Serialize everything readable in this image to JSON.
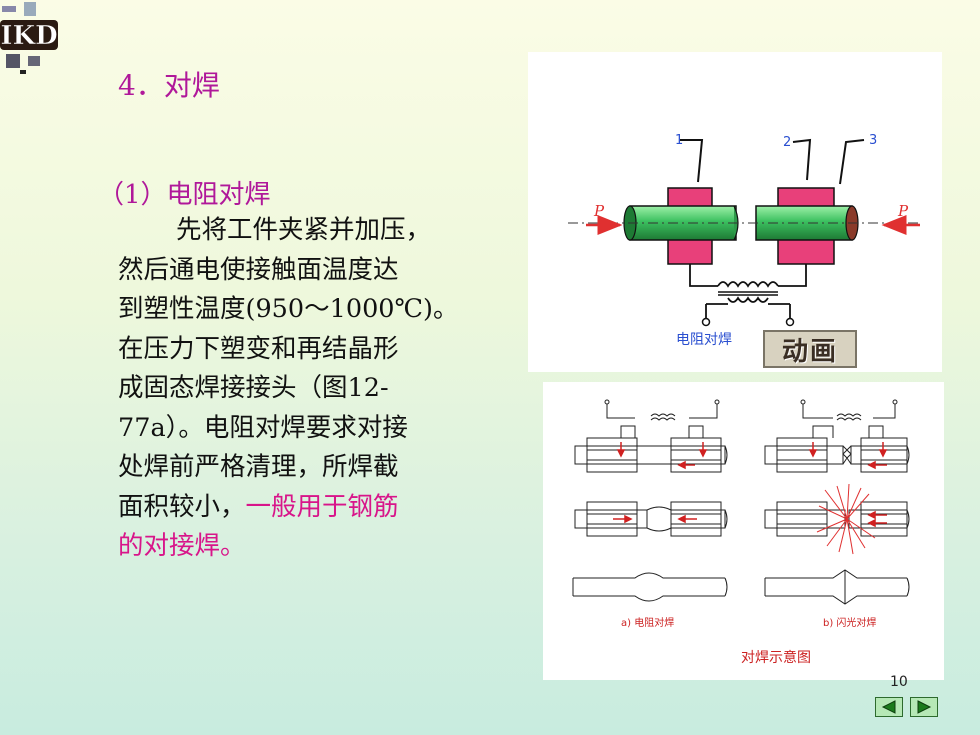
{
  "logo": {
    "text": "IKD"
  },
  "heading": "4．对焊",
  "section_title": "（1）电阻对焊",
  "paragraph": {
    "line1": "先将工件夹紧并加压，",
    "line2": "然后通电使接触面温度达",
    "line3": "到塑性温度(950～1000℃)。",
    "line4": "在压力下塑变和再结晶形",
    "line5": "成固态焊接接头（图12-",
    "line6": "77a）。电阻对焊要求对接",
    "line7": "处焊前严格清理，所焊截",
    "line8_normal": "面积较小，",
    "line8_highlight": "一般用于钢筋",
    "line9_highlight": "的对接焊。"
  },
  "figure1": {
    "labels": [
      "1",
      "2",
      "3"
    ],
    "force_left": "P",
    "force_right": "P",
    "caption": "电阻对焊",
    "animate_button": "动画"
  },
  "figure2": {
    "caption_a": "a) 电阻对焊",
    "caption_b": "b) 闪光对焊",
    "title": "对焊示意图"
  },
  "page_number": "10",
  "nav": {
    "prev_icon": "triangle-left",
    "next_icon": "triangle-right"
  },
  "colors": {
    "heading": "#b0189a",
    "highlight": "#d8158a",
    "clamp": "#e8407a",
    "workpiece": "#3cc060"
  }
}
